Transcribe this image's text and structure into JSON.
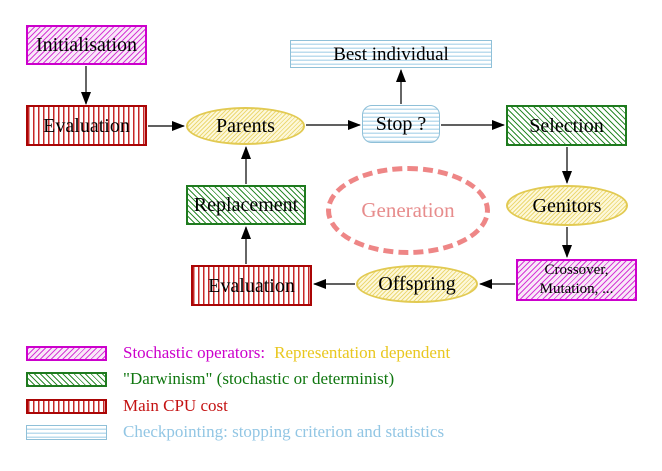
{
  "diagram": {
    "nodes": {
      "initialisation": "Initialisation",
      "evaluation_top": "Evaluation",
      "parents": "Parents",
      "best_individual": "Best individual",
      "stop": "Stop ?",
      "selection": "Selection",
      "replacement": "Replacement",
      "generation": "Generation",
      "genitors": "Genitors",
      "offspring": "Offspring",
      "evaluation_bottom": "Evaluation",
      "crossover_line1": "Crossover,",
      "crossover_line2": "Mutation, ..."
    },
    "legend": {
      "row1": {
        "swatch": "magenta-diagonal-hatch",
        "label": "Stochastic operators:",
        "label2": "Representation dependent",
        "label_color": "#cc00cc",
        "label2_color": "#e9c71f"
      },
      "row2": {
        "swatch": "green-diagonal-hatch",
        "label": "\"Darwinism\" (stochastic or determinist)",
        "label_color": "#107710"
      },
      "row3": {
        "swatch": "red-vertical-stripes",
        "label": "Main CPU cost",
        "label_color": "#c41212"
      },
      "row4": {
        "swatch": "cyan-horizontal-stripes",
        "label": "Checkpointing: stopping criterion and statistics",
        "label_color": "#92c6e4"
      }
    },
    "colors": {
      "magenta": "#cc00cc",
      "green": "#1e7a1e",
      "red": "#c62828",
      "cyan": "#94c8e0",
      "yellow": "#e2ca52",
      "coral": "#ee8686",
      "arrow": "#000000",
      "background": "#ffffff"
    }
  }
}
